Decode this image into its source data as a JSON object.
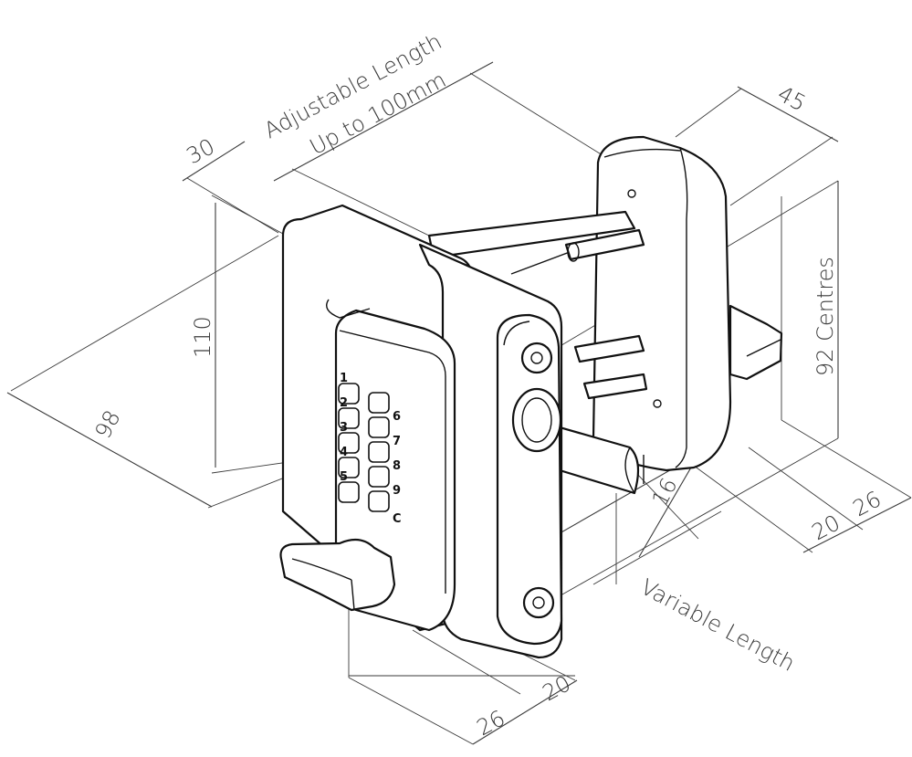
{
  "diagram": {
    "dimensions": {
      "adjustable_length_line1": "Adjustable Length",
      "adjustable_length_line2": "Up to 100mm",
      "dim_30": "30",
      "dim_45": "45",
      "dim_110": "110",
      "dim_98": "98",
      "dim_92_centres": "92 Centres",
      "dim_16": "16",
      "dim_20_right": "20",
      "dim_26_right": "26",
      "variable_length": "Variable Length",
      "dim_26_bottom": "26",
      "dim_20_bottom": "20"
    },
    "keypad": {
      "keys_left": [
        "1",
        "2",
        "3",
        "4",
        "5"
      ],
      "keys_right": [
        "6",
        "7",
        "8",
        "9",
        "C"
      ]
    }
  }
}
